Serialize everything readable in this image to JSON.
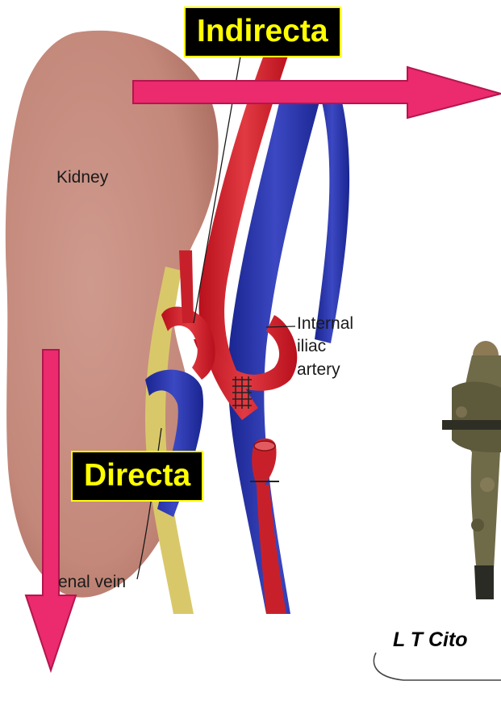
{
  "labels": {
    "indirecta": "Indirecta",
    "directa": "Directa",
    "kidney": "Kidney",
    "internal_iliac_artery": [
      "Internal",
      "iliac",
      "artery"
    ],
    "renal_vein": "enal vein",
    "caption": "L T Cito"
  },
  "colors": {
    "label_box_bg": "#000000",
    "label_box_text": "#ffff00",
    "arrow": "#ec2a6e",
    "artery": "#d81f2c",
    "vein": "#2431a8",
    "ureter": "#d9c86a",
    "kidney": "#c58a7c"
  },
  "icons": {
    "soldier": "soldier-figure-icon"
  }
}
